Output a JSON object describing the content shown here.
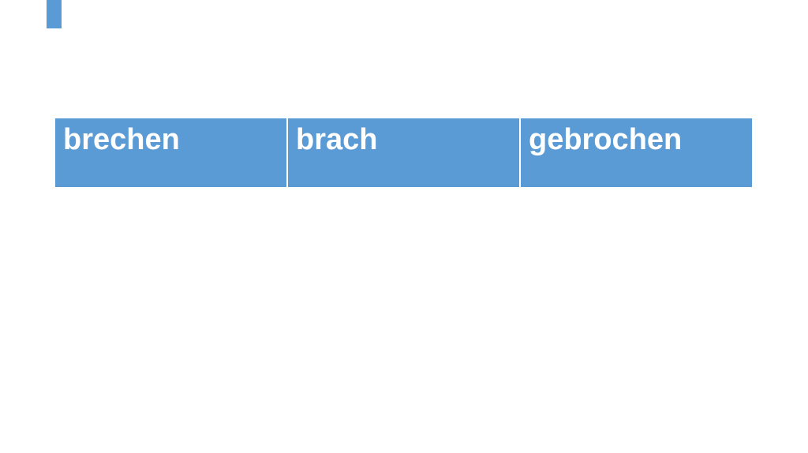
{
  "slide": {
    "background_color": "#ffffff",
    "accent_bar_color": "#5b9bd5"
  },
  "table": {
    "fill_color": "#5b9bd5",
    "divider_color": "#ffffff",
    "text_color": "#ffffff",
    "columns": 3,
    "rows": 1,
    "cells": [
      "brechen",
      "brach",
      "gebrochen"
    ]
  }
}
